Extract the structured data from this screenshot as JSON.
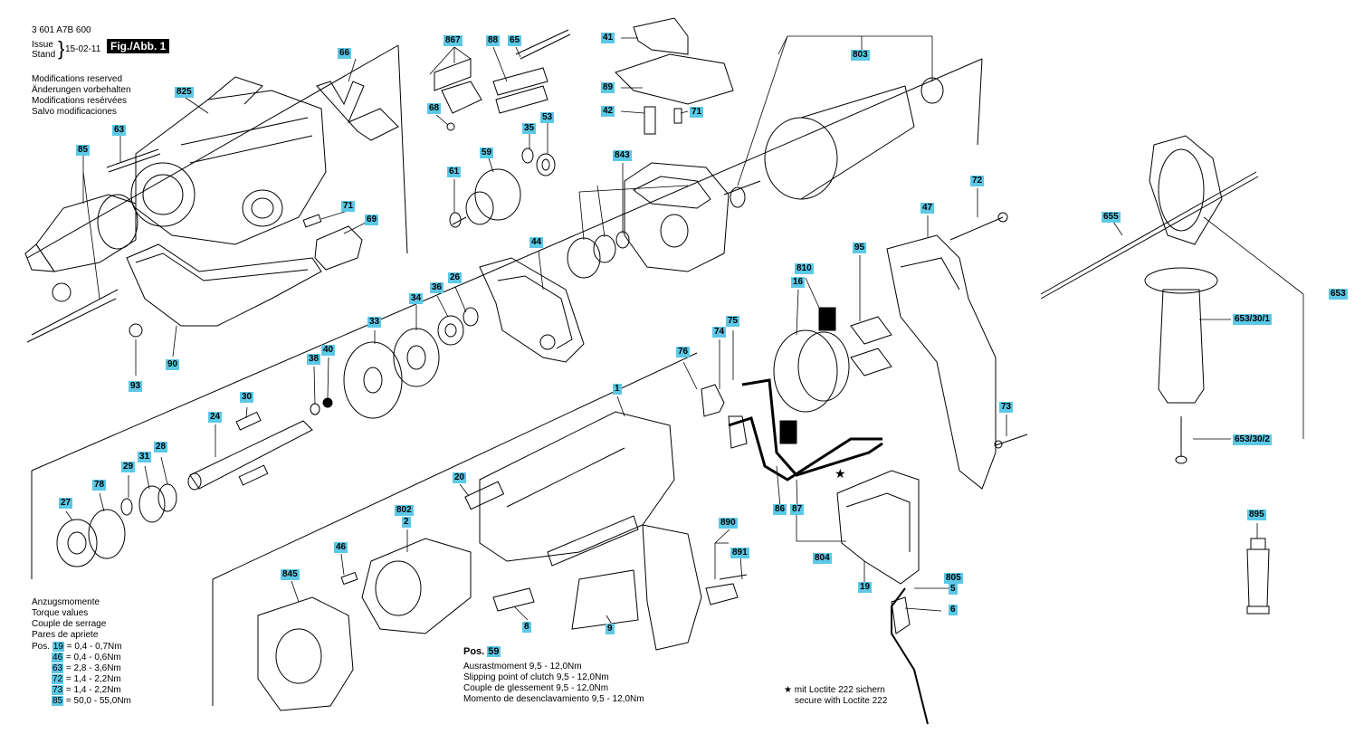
{
  "header": {
    "doc_number": "3 601 A7B 600",
    "issue_label": "Issue",
    "stand_label": "Stand",
    "date": "15-02-11",
    "figure": "Fig./Abb. 1",
    "notices": [
      "Modifications reserved",
      "Änderungen vorbehalten",
      "Modifications resérvées",
      "Salvo modificaciones"
    ]
  },
  "labels": [
    {
      "id": "66",
      "text": "66"
    },
    {
      "id": "825",
      "text": "825"
    },
    {
      "id": "63",
      "text": "63"
    },
    {
      "id": "85",
      "text": "85"
    },
    {
      "id": "71a",
      "text": "71"
    },
    {
      "id": "69",
      "text": "69"
    },
    {
      "id": "93",
      "text": "93"
    },
    {
      "id": "90",
      "text": "90"
    },
    {
      "id": "867",
      "text": "867"
    },
    {
      "id": "88",
      "text": "88"
    },
    {
      "id": "65",
      "text": "65"
    },
    {
      "id": "68",
      "text": "68"
    },
    {
      "id": "35",
      "text": "35"
    },
    {
      "id": "53",
      "text": "53"
    },
    {
      "id": "59",
      "text": "59"
    },
    {
      "id": "61",
      "text": "61"
    },
    {
      "id": "41",
      "text": "41"
    },
    {
      "id": "89",
      "text": "89"
    },
    {
      "id": "42",
      "text": "42"
    },
    {
      "id": "71b",
      "text": "71"
    },
    {
      "id": "843",
      "text": "843"
    },
    {
      "id": "803",
      "text": "803"
    },
    {
      "id": "44",
      "text": "44"
    },
    {
      "id": "26",
      "text": "26"
    },
    {
      "id": "36",
      "text": "36"
    },
    {
      "id": "34",
      "text": "34"
    },
    {
      "id": "33",
      "text": "33"
    },
    {
      "id": "38",
      "text": "38"
    },
    {
      "id": "40",
      "text": "40"
    },
    {
      "id": "30",
      "text": "30"
    },
    {
      "id": "24",
      "text": "24"
    },
    {
      "id": "31",
      "text": "31"
    },
    {
      "id": "28",
      "text": "28"
    },
    {
      "id": "29",
      "text": "29"
    },
    {
      "id": "78",
      "text": "78"
    },
    {
      "id": "27",
      "text": "27"
    },
    {
      "id": "72",
      "text": "72"
    },
    {
      "id": "47",
      "text": "47"
    },
    {
      "id": "95",
      "text": "95"
    },
    {
      "id": "810",
      "text": "810"
    },
    {
      "id": "16",
      "text": "16"
    },
    {
      "id": "74",
      "text": "74"
    },
    {
      "id": "75",
      "text": "75"
    },
    {
      "id": "76",
      "text": "76"
    },
    {
      "id": "1",
      "text": "1"
    },
    {
      "id": "73",
      "text": "73"
    },
    {
      "id": "20",
      "text": "20"
    },
    {
      "id": "802",
      "text": "802"
    },
    {
      "id": "2",
      "text": "2"
    },
    {
      "id": "46",
      "text": "46"
    },
    {
      "id": "845",
      "text": "845"
    },
    {
      "id": "8",
      "text": "8"
    },
    {
      "id": "9",
      "text": "9"
    },
    {
      "id": "86",
      "text": "86"
    },
    {
      "id": "87",
      "text": "87"
    },
    {
      "id": "890",
      "text": "890"
    },
    {
      "id": "891",
      "text": "891"
    },
    {
      "id": "804",
      "text": "804"
    },
    {
      "id": "19",
      "text": "19"
    },
    {
      "id": "805",
      "text": "805"
    },
    {
      "id": "5",
      "text": "5"
    },
    {
      "id": "6",
      "text": "6"
    },
    {
      "id": "655",
      "text": "655"
    },
    {
      "id": "653",
      "text": "653"
    },
    {
      "id": "653_30_1",
      "text": "653/30/1"
    },
    {
      "id": "653_30_2",
      "text": "653/30/2"
    },
    {
      "id": "895",
      "text": "895"
    }
  ],
  "torque": {
    "titles": [
      "Anzugsmomente",
      "Torque values",
      "Couple de serrage",
      "Pares de apriete"
    ],
    "pos_label": "Pos.",
    "rows": [
      {
        "pos": "19",
        "text": "=   0,4 -   0,7Nm"
      },
      {
        "pos": "46",
        "text": "=   0,4 -   0,6Nm"
      },
      {
        "pos": "63",
        "text": "=   2,8 -   3,6Nm"
      },
      {
        "pos": "72",
        "text": "=   1,4 -   2,2Nm"
      },
      {
        "pos": "73",
        "text": "=   1,4 -   2,2Nm"
      },
      {
        "pos": "85",
        "text": "= 50,0 - 55,0Nm"
      }
    ]
  },
  "clutch": {
    "title": "Pos.",
    "pos": "59",
    "lines": [
      "Ausrastmoment  9,5 - 12,0Nm",
      "Slipping point of clutch  9,5 - 12,0Nm",
      "Couple de glessement  9,5 - 12,0Nm",
      "Momento de desenclavamiento  9,5 - 12,0Nm"
    ]
  },
  "loctite": {
    "star": "★",
    "line1": "mit Loctite 222 sichern",
    "line2": "secure with Loctite 222"
  },
  "colors": {
    "label_bg": "#5bc8e6",
    "line": "#000000"
  }
}
